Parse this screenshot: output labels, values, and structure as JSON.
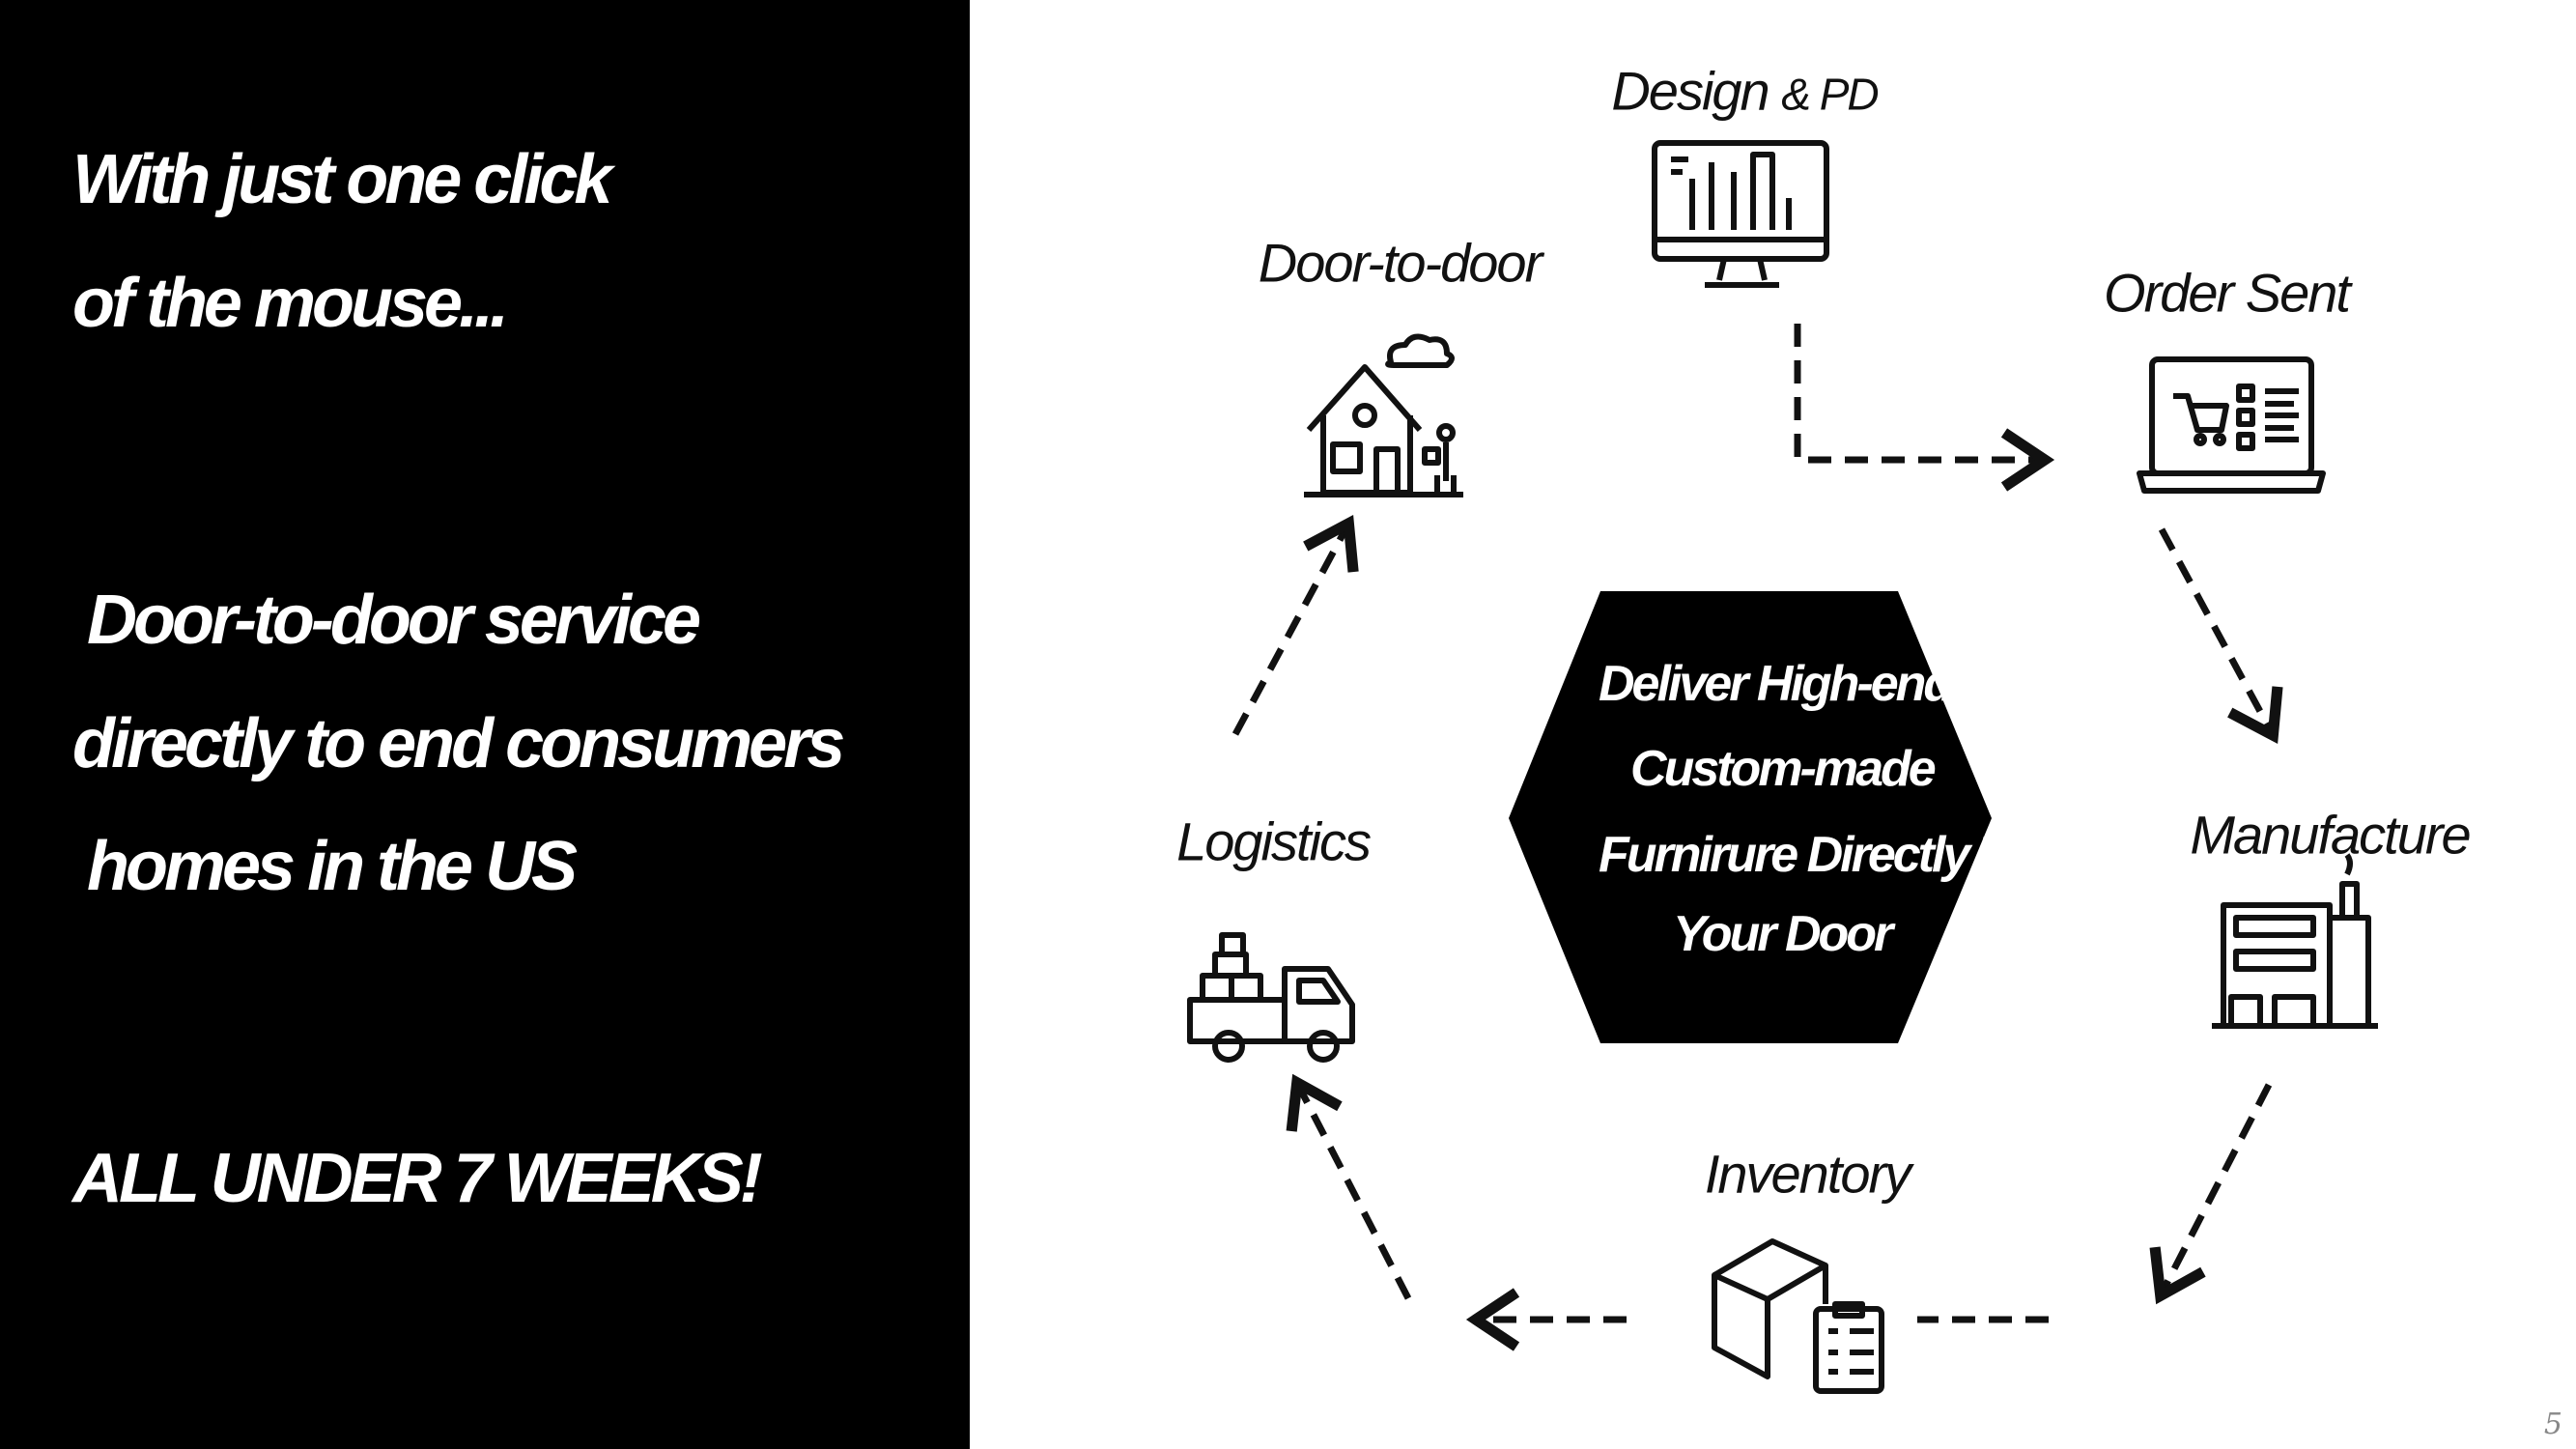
{
  "left_panel": {
    "lines": [
      "With just one click",
      "of the mouse...",
      "Door-to-door service",
      "directly to end  consumers",
      "homes in the US",
      "ALL UNDER 7 WEEKS!"
    ]
  },
  "center": {
    "lines": [
      "Deliver High-end",
      "Custom-made",
      "Furnirure Directly To",
      "Your Door"
    ]
  },
  "steps": [
    {
      "label": "Design",
      "suffix": "& PD",
      "icon": "monitor-design-icon"
    },
    {
      "label": "Order Sent",
      "icon": "laptop-cart-icon"
    },
    {
      "label": "Manufacture",
      "icon": "factory-icon"
    },
    {
      "label": "Inventory",
      "icon": "box-checklist-icon"
    },
    {
      "label": "Logistics",
      "icon": "delivery-truck-icon"
    },
    {
      "label": "Door-to-door",
      "icon": "house-delivery-icon"
    }
  ],
  "page_number": "5",
  "colors": {
    "panel": "#000000",
    "background": "#ffffff",
    "ink": "#111111"
  }
}
